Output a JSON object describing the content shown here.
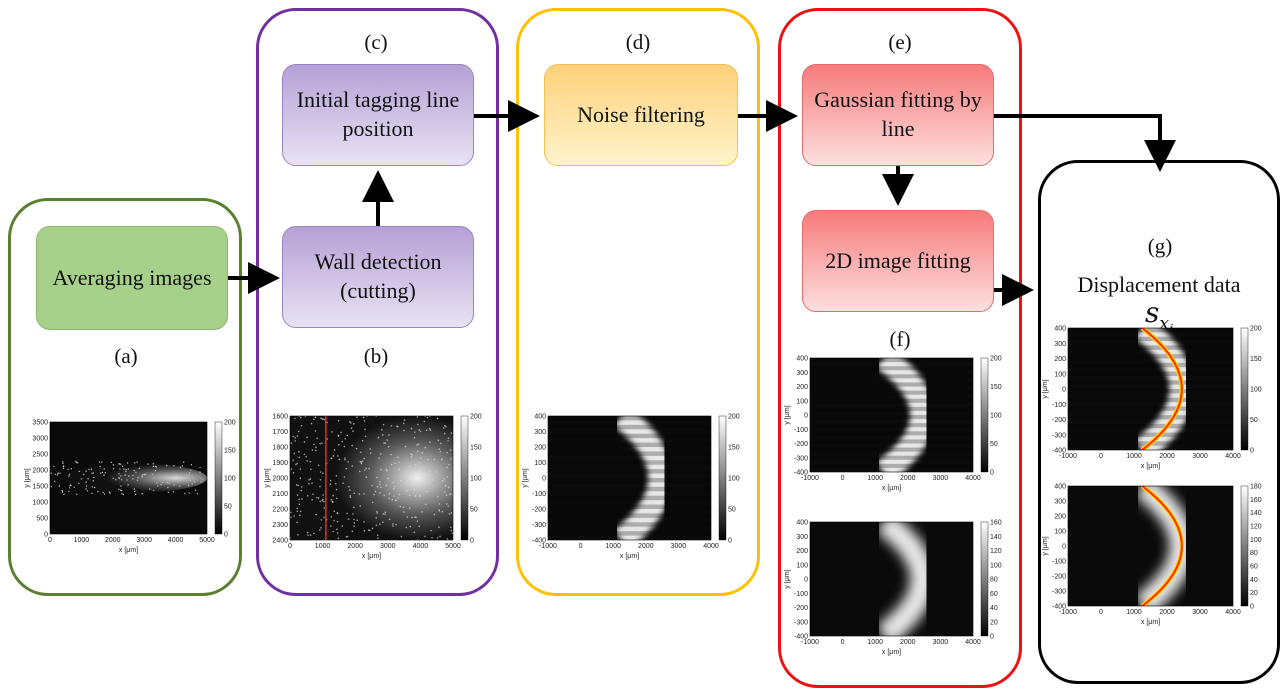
{
  "colors": {
    "green": "#5b7f31",
    "purple": "#7030a0",
    "yellow": "#ffc000",
    "red": "#ee1111",
    "black": "#000000",
    "trace": "#ff2a00",
    "marker": "#ffd700"
  },
  "panels": {
    "a": {
      "label": "(a)",
      "node": "Averaging images"
    },
    "b": {
      "label": "(b)",
      "node": "Wall detection (cutting)"
    },
    "c": {
      "label": "(c)",
      "node": "Initial tagging line position"
    },
    "d": {
      "label": "(d)",
      "node": "Noise filtering"
    },
    "e": {
      "label": "(e)",
      "node1": "Gaussian fitting by line",
      "node2": "2D image fitting"
    },
    "f": {
      "label": "(f)"
    },
    "g": {
      "label": "(g)",
      "title": "Displacement data",
      "symbol": "s",
      "subscript": "x",
      "subsub": "j"
    }
  },
  "plots": {
    "a": {
      "xticks": [
        "0",
        "1000",
        "2000",
        "3000",
        "4000",
        "5000"
      ],
      "yticks": [
        "3500",
        "3000",
        "2500",
        "2000",
        "1500",
        "1000",
        "500",
        "0"
      ],
      "cbar": [
        "200",
        "150",
        "100",
        "50",
        "0"
      ],
      "xlabel": "x [μm]",
      "ylabel": "y [μm]"
    },
    "b": {
      "xticks": [
        "0",
        "1000",
        "2000",
        "3000",
        "4000",
        "5000"
      ],
      "yticks": [
        "1600",
        "1700",
        "1800",
        "1900",
        "2000",
        "2100",
        "2200",
        "2300",
        "2400"
      ],
      "cbar": [
        "200",
        "150",
        "100",
        "50",
        "0"
      ],
      "xlabel": "x [μm]",
      "ylabel": "y [μm]"
    },
    "d": {
      "xticks": [
        "-1000",
        "0",
        "1000",
        "2000",
        "3000",
        "4000"
      ],
      "yticks": [
        "400",
        "300",
        "200",
        "100",
        "0",
        "-100",
        "-200",
        "-300",
        "-400"
      ],
      "cbar": [
        "200",
        "150",
        "100",
        "50",
        "0"
      ],
      "xlabel": "x [μm]",
      "ylabel": "y [μm]"
    },
    "f1": {
      "xticks": [
        "-1000",
        "0",
        "1000",
        "2000",
        "3000",
        "4000"
      ],
      "yticks": [
        "400",
        "300",
        "200",
        "100",
        "0",
        "-100",
        "-200",
        "-300",
        "-400"
      ],
      "cbar": [
        "200",
        "150",
        "100",
        "50",
        "0"
      ],
      "xlabel": "x [μm]",
      "ylabel": "y [μm]"
    },
    "f2": {
      "xticks": [
        "-1000",
        "0",
        "1000",
        "2000",
        "3000",
        "4000"
      ],
      "yticks": [
        "400",
        "300",
        "200",
        "100",
        "0",
        "-100",
        "-200",
        "-300",
        "-400"
      ],
      "cbar": [
        "160",
        "140",
        "120",
        "100",
        "80",
        "60",
        "40",
        "20",
        "0"
      ],
      "xlabel": "x [μm]",
      "ylabel": "y [μm]"
    },
    "g1": {
      "xticks": [
        "-1000",
        "0",
        "1000",
        "2000",
        "3000",
        "4000"
      ],
      "yticks": [
        "400",
        "300",
        "200",
        "100",
        "0",
        "-100",
        "-200",
        "-300",
        "-400"
      ],
      "cbar": [
        "200",
        "150",
        "100",
        "50",
        "0"
      ],
      "xlabel": "x [μm]",
      "ylabel": "y [μm]"
    },
    "g2": {
      "xticks": [
        "-1000",
        "0",
        "1000",
        "2000",
        "3000",
        "4000"
      ],
      "yticks": [
        "400",
        "300",
        "200",
        "100",
        "0",
        "-100",
        "-200",
        "-300",
        "-400"
      ],
      "cbar": [
        "180",
        "160",
        "140",
        "120",
        "100",
        "80",
        "60",
        "40",
        "20",
        "0"
      ],
      "xlabel": "x [μm]",
      "ylabel": "y [μm]"
    }
  }
}
